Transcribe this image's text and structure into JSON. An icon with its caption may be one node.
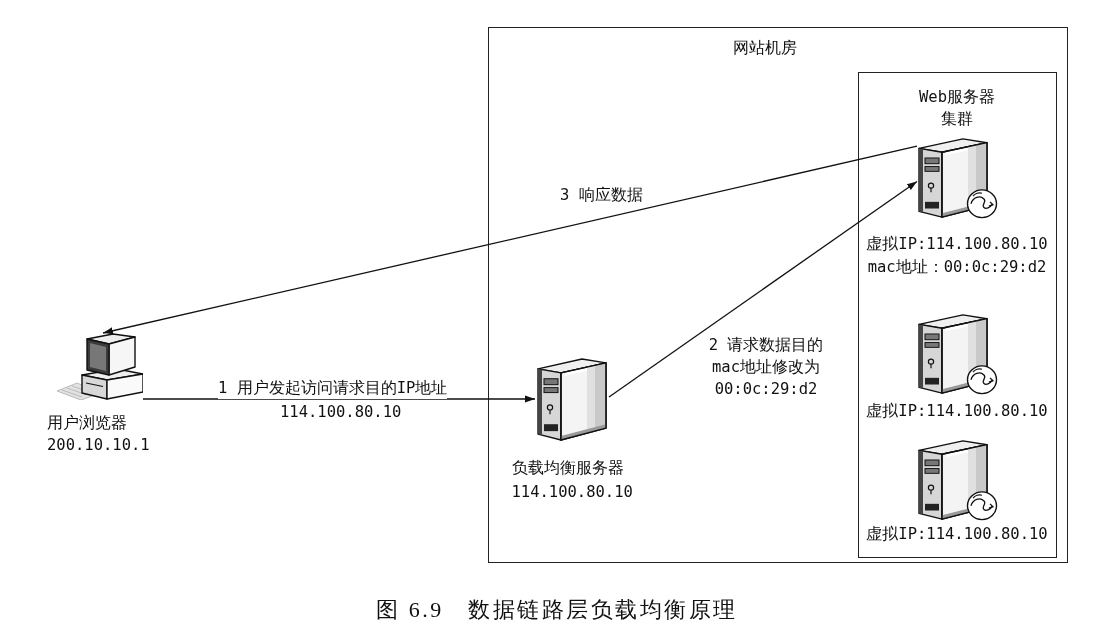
{
  "diagram": {
    "caption": "图 6.9　数据链路层负载均衡原理",
    "nodes": [
      {
        "text": [],
        "shape": "picture",
        "beside": [
          "用户浏览器",
          "200.10.10.1"
        ]
      },
      {
        "text": [
          "网站机房"
        ]
      },
      {
        "text": [],
        "shape": "picture",
        "in": 1,
        "beside": [
          "负载均衡服务器",
          "114.100.80.10"
        ]
      },
      {
        "text": [
          "Web服务器集群"
        ],
        "in": 1
      },
      {
        "text": [],
        "shape": "picture",
        "in": 3,
        "beside": [
          "虚拟IP:114.100.80.10",
          "mac地址：00:0c:29:d2"
        ]
      },
      {
        "text": [],
        "shape": "picture",
        "in": 3,
        "beside": [
          "虚拟IP:114.100.80.10"
        ]
      },
      {
        "text": [],
        "shape": "picture",
        "in": 3,
        "beside": [
          "虚拟IP:114.100.80.10"
        ]
      }
    ],
    "edges": [
      {
        "from": 0,
        "to": 2,
        "arrow": "to",
        "label": "1 用户发起访问请求目的IP地址"
      },
      {
        "from": 2,
        "to": 4,
        "arrow": "to",
        "label": "2 请求数据目的mac地址修改为00:0c:29:d2"
      },
      {
        "from": 4,
        "to": 0,
        "arrow": "to",
        "label": "3 响应数据"
      }
    ],
    "labels": [
      "114.100.80.10"
    ]
  }
}
